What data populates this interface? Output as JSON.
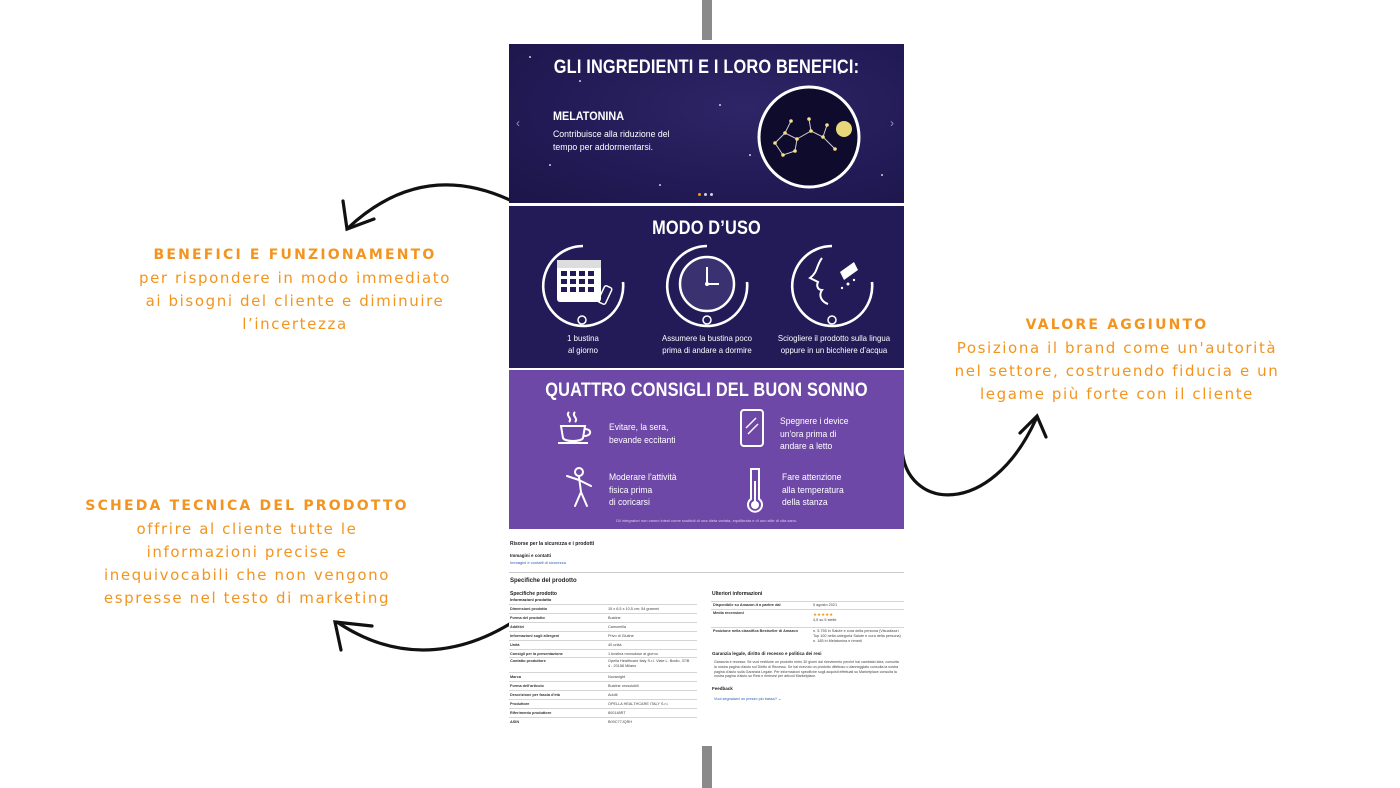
{
  "annotations": [
    {
      "id": "benefici",
      "heading": "BENEFICI E FUNZIONAMENTO",
      "text": "per rispondere in modo immediato\nai bisogni del cliente e diminuire\nl’incertezza"
    },
    {
      "id": "valore",
      "heading": "VALORE AGGIUNTO",
      "text": "Posiziona il brand come un'autorità\nnel settore, costruendo fiducia e un\nlegame più forte con il cliente"
    },
    {
      "id": "scheda",
      "heading": "SCHEDA TECNICA DEL PRODOTTO",
      "text": "offrire al cliente tutte le\ninformazioni precise e\ninequivocabili che non vengono\nespresse nel testo di marketing"
    }
  ],
  "ingredients": {
    "title": "GLI INGREDIENTI E I LORO BENEFICI:",
    "name": "MELATONINA",
    "description": "Contribuisce alla riduzione del tempo per addormentarsi.",
    "prev_icon": "chevron-left-icon",
    "next_icon": "chevron-right-icon",
    "slides": 3,
    "active_slide": 1
  },
  "usage": {
    "title": "MODO D’USO",
    "steps": [
      {
        "icon": "calendar-icon",
        "label": "1 bustina\nal giorno"
      },
      {
        "icon": "clock-icon",
        "label": "Assumere la bustina poco\nprima di andare a dormire"
      },
      {
        "icon": "dissolve-tongue-icon",
        "label": "Sciogliere il prodotto sulla lingua\noppure in un bicchiere d’acqua"
      }
    ]
  },
  "tips": {
    "title": "QUATTRO CONSIGLI DEL BUON SONNO",
    "items": [
      {
        "icon": "coffee-cup-icon",
        "text": "Evitare, la sera,\nbevande eccitanti"
      },
      {
        "icon": "smartphone-icon",
        "text": "Spegnere i device\nun'ora prima di\nandare a letto"
      },
      {
        "icon": "exercise-icon",
        "text": "Moderare l’attività\nfisica prima\ndi coricarsi"
      },
      {
        "icon": "thermometer-icon",
        "text": "Fare attenzione\nalla temperatura\ndella stanza"
      }
    ],
    "footnote": "Gli integratori non vanno intesi come sostituti di una dieta variata, equilibrata e di uno stile di vita sano."
  },
  "spec": {
    "safety_title": "Risorse per la sicurezza e i prodotti",
    "images_title": "Immagini e contatti",
    "images_link": "Immagini e contatti di sicurezza",
    "section_title": "Specifiche del prodotto",
    "left_title": "Specifiche prodotto",
    "left_sub": "Informazioni prodotto",
    "rows": [
      {
        "k": "Dimensioni prodotto",
        "v": "15 x 6,5 x 10,5 cm; 54 grammi"
      },
      {
        "k": "Forma del prodotto",
        "v": "Bustine"
      },
      {
        "k": "Additivi",
        "v": "Camomilla"
      },
      {
        "k": "Informazioni sugli allergeni",
        "v": "Privo di Glutine"
      },
      {
        "k": "Unità",
        "v": "40 unità"
      },
      {
        "k": "Consigli per la presentazione",
        "v": "1 bustina monodose al giorno"
      },
      {
        "k": "Contatto produttore",
        "v": "Opella Healthcare Italy S.r.l. Viale L. Bodio, 37/B\n4 - 20158 Milano"
      },
      {
        "k": "Marca",
        "v": "Novanight"
      },
      {
        "k": "Forma dell'articolo",
        "v": "Bustine orosolubili"
      },
      {
        "k": "Descrizione per fascia d'età",
        "v": "Adulti"
      },
      {
        "k": "Produttore",
        "v": "OPELLA HEALTHCARE ITALY S.r.l."
      },
      {
        "k": "Riferimento produttore",
        "v": "800148RT"
      },
      {
        "k": "ASIN",
        "v": "B09C77JQRH"
      }
    ],
    "right_title": "Ulteriori informazioni",
    "right_rows": [
      {
        "k": "Disponibile su Amazon.it a partire dal",
        "v": "5 agosto 2021"
      },
      {
        "k": "Media recensioni",
        "v": "4,5 su 5 stelle"
      },
      {
        "k": "Posizione nella classifica Bestseller di Amazon",
        "v": "n. 5.755 in Salute e cura della persona (Visualizza i Top 100 nella categoria Salute e cura della persona) n. 185 in Melatonina e rimedi"
      }
    ],
    "legal_title": "Garanzia legale, diritto di recesso e politica dei resi",
    "legal_text": "Garanzia e recesso: Se vuoi restituire un prodotto entro 30 giorni dal ricevimento perché hai cambiato idea, consulta la nostra pagina d'aiuto sul Diritto di Recesso. Se hai ricevuto un prodotto difettoso o danneggiato consulta la nostra pagina d'aiuto sulla Garanzia Legale. Per informazioni specifiche sugli acquisti effettuati su Marketplace consulta la nostra pagina d'aiuto su Resi e rimborsi per articoli Marketplace.",
    "feedback_title": "Feedback",
    "feedback_link": "Vuoi segnalarci un prezzo più basso?"
  },
  "colors": {
    "accent": "#f3941e",
    "night": "#231b57",
    "violet": "#6e48a7"
  }
}
